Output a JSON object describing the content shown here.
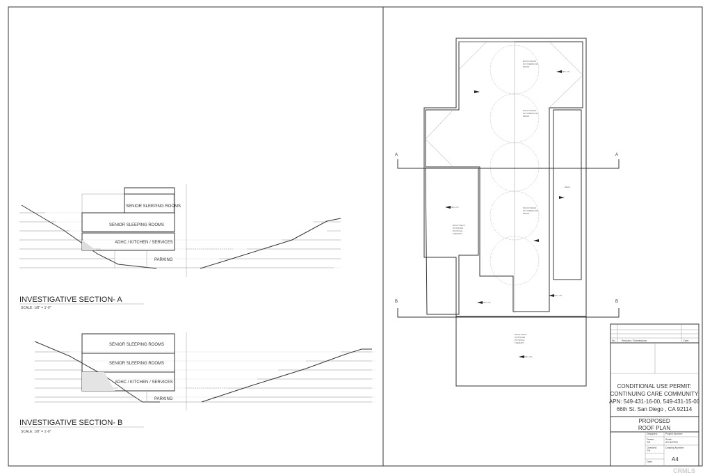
{
  "section_a": {
    "title": "INVESTIGATIVE SECTION- A",
    "scale": "SCALE:  1/8\" = 1'-0\"",
    "rooms": [
      "SENIOR SLEEPING ROOMS",
      "SENIOR SLEEPING ROOMS",
      "ADHC / KITCHEN / SERVICES",
      "PARKING"
    ]
  },
  "section_b": {
    "title": "INVESTIGATIVE SECTION- B",
    "scale": "SCALE:  1/8\" = 1'-0\"",
    "rooms": [
      "SENIOR SLEEPING ROOMS",
      "SENIOR SLEEPING ROOMS",
      "ADHC / KITCHEN / SERVICES",
      "PARKING"
    ]
  },
  "roof_plan": {
    "section_markers": [
      "A",
      "A",
      "B",
      "B"
    ],
    "roof_deck_label": [
      "ROOF DECK",
      "OUTDOOR",
      "PHYSICAL",
      "THERAPY"
    ],
    "deck_label": "DECK",
    "drain_label": [
      "ROOF DRAIN",
      "W/ OVERFLOW",
      "DRAIN"
    ],
    "slope_label": "MIN. 2%"
  },
  "title_block": {
    "revision_header": {
      "no": "No.",
      "revision": "Revision / Submissions",
      "date": "Date"
    },
    "project_lines": [
      "CONDITIONAL USE PERMIT:",
      "CONTINUING CARE COMMUNITY",
      "APN:    549-431-16-00, 549-431-15-00",
      "66th St.  San Diego , CA 92114"
    ],
    "sheet_title": [
      "PROPOSED",
      "ROOF PLAN"
    ],
    "designed_label": "Designed:",
    "project_number_label": "Project Number:",
    "drawn_label": "Drawn:",
    "drawn_value": "GH",
    "scale_label": "Scale:",
    "scale_value": "AS NOTED",
    "checked_label": "Checked:",
    "checked_value": "GH",
    "drawing_number_label": "Drawing Number:",
    "drawing_number": "A4",
    "date_label": "Date:"
  },
  "watermark": "CRMLS"
}
